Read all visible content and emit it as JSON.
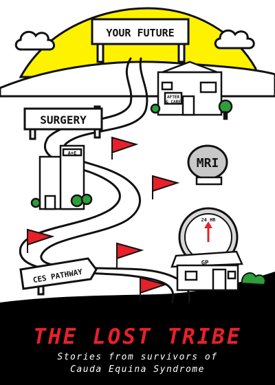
{
  "cover": {
    "title": "THE LOST TRIBE",
    "subtitle_line1": "Stories from survivors of",
    "subtitle_line2": "Cauda Equina Syndrome"
  },
  "signs": {
    "your_future": "YOUR FUTURE",
    "surgery": "SURGERY",
    "mri": "MRI",
    "ces_pathway": "CES PATHWAY",
    "gp": "GP",
    "after_care_line1": "AFTER",
    "after_care_line2": "& CARE",
    "clock_label": "24 HR",
    "hospital_sign": "A+E"
  },
  "colors": {
    "sun": "#fff200",
    "title_red": "#e8202a",
    "flag_red": "#e8202a",
    "tree_green": "#2e9e3a",
    "ground_black": "#000000"
  }
}
